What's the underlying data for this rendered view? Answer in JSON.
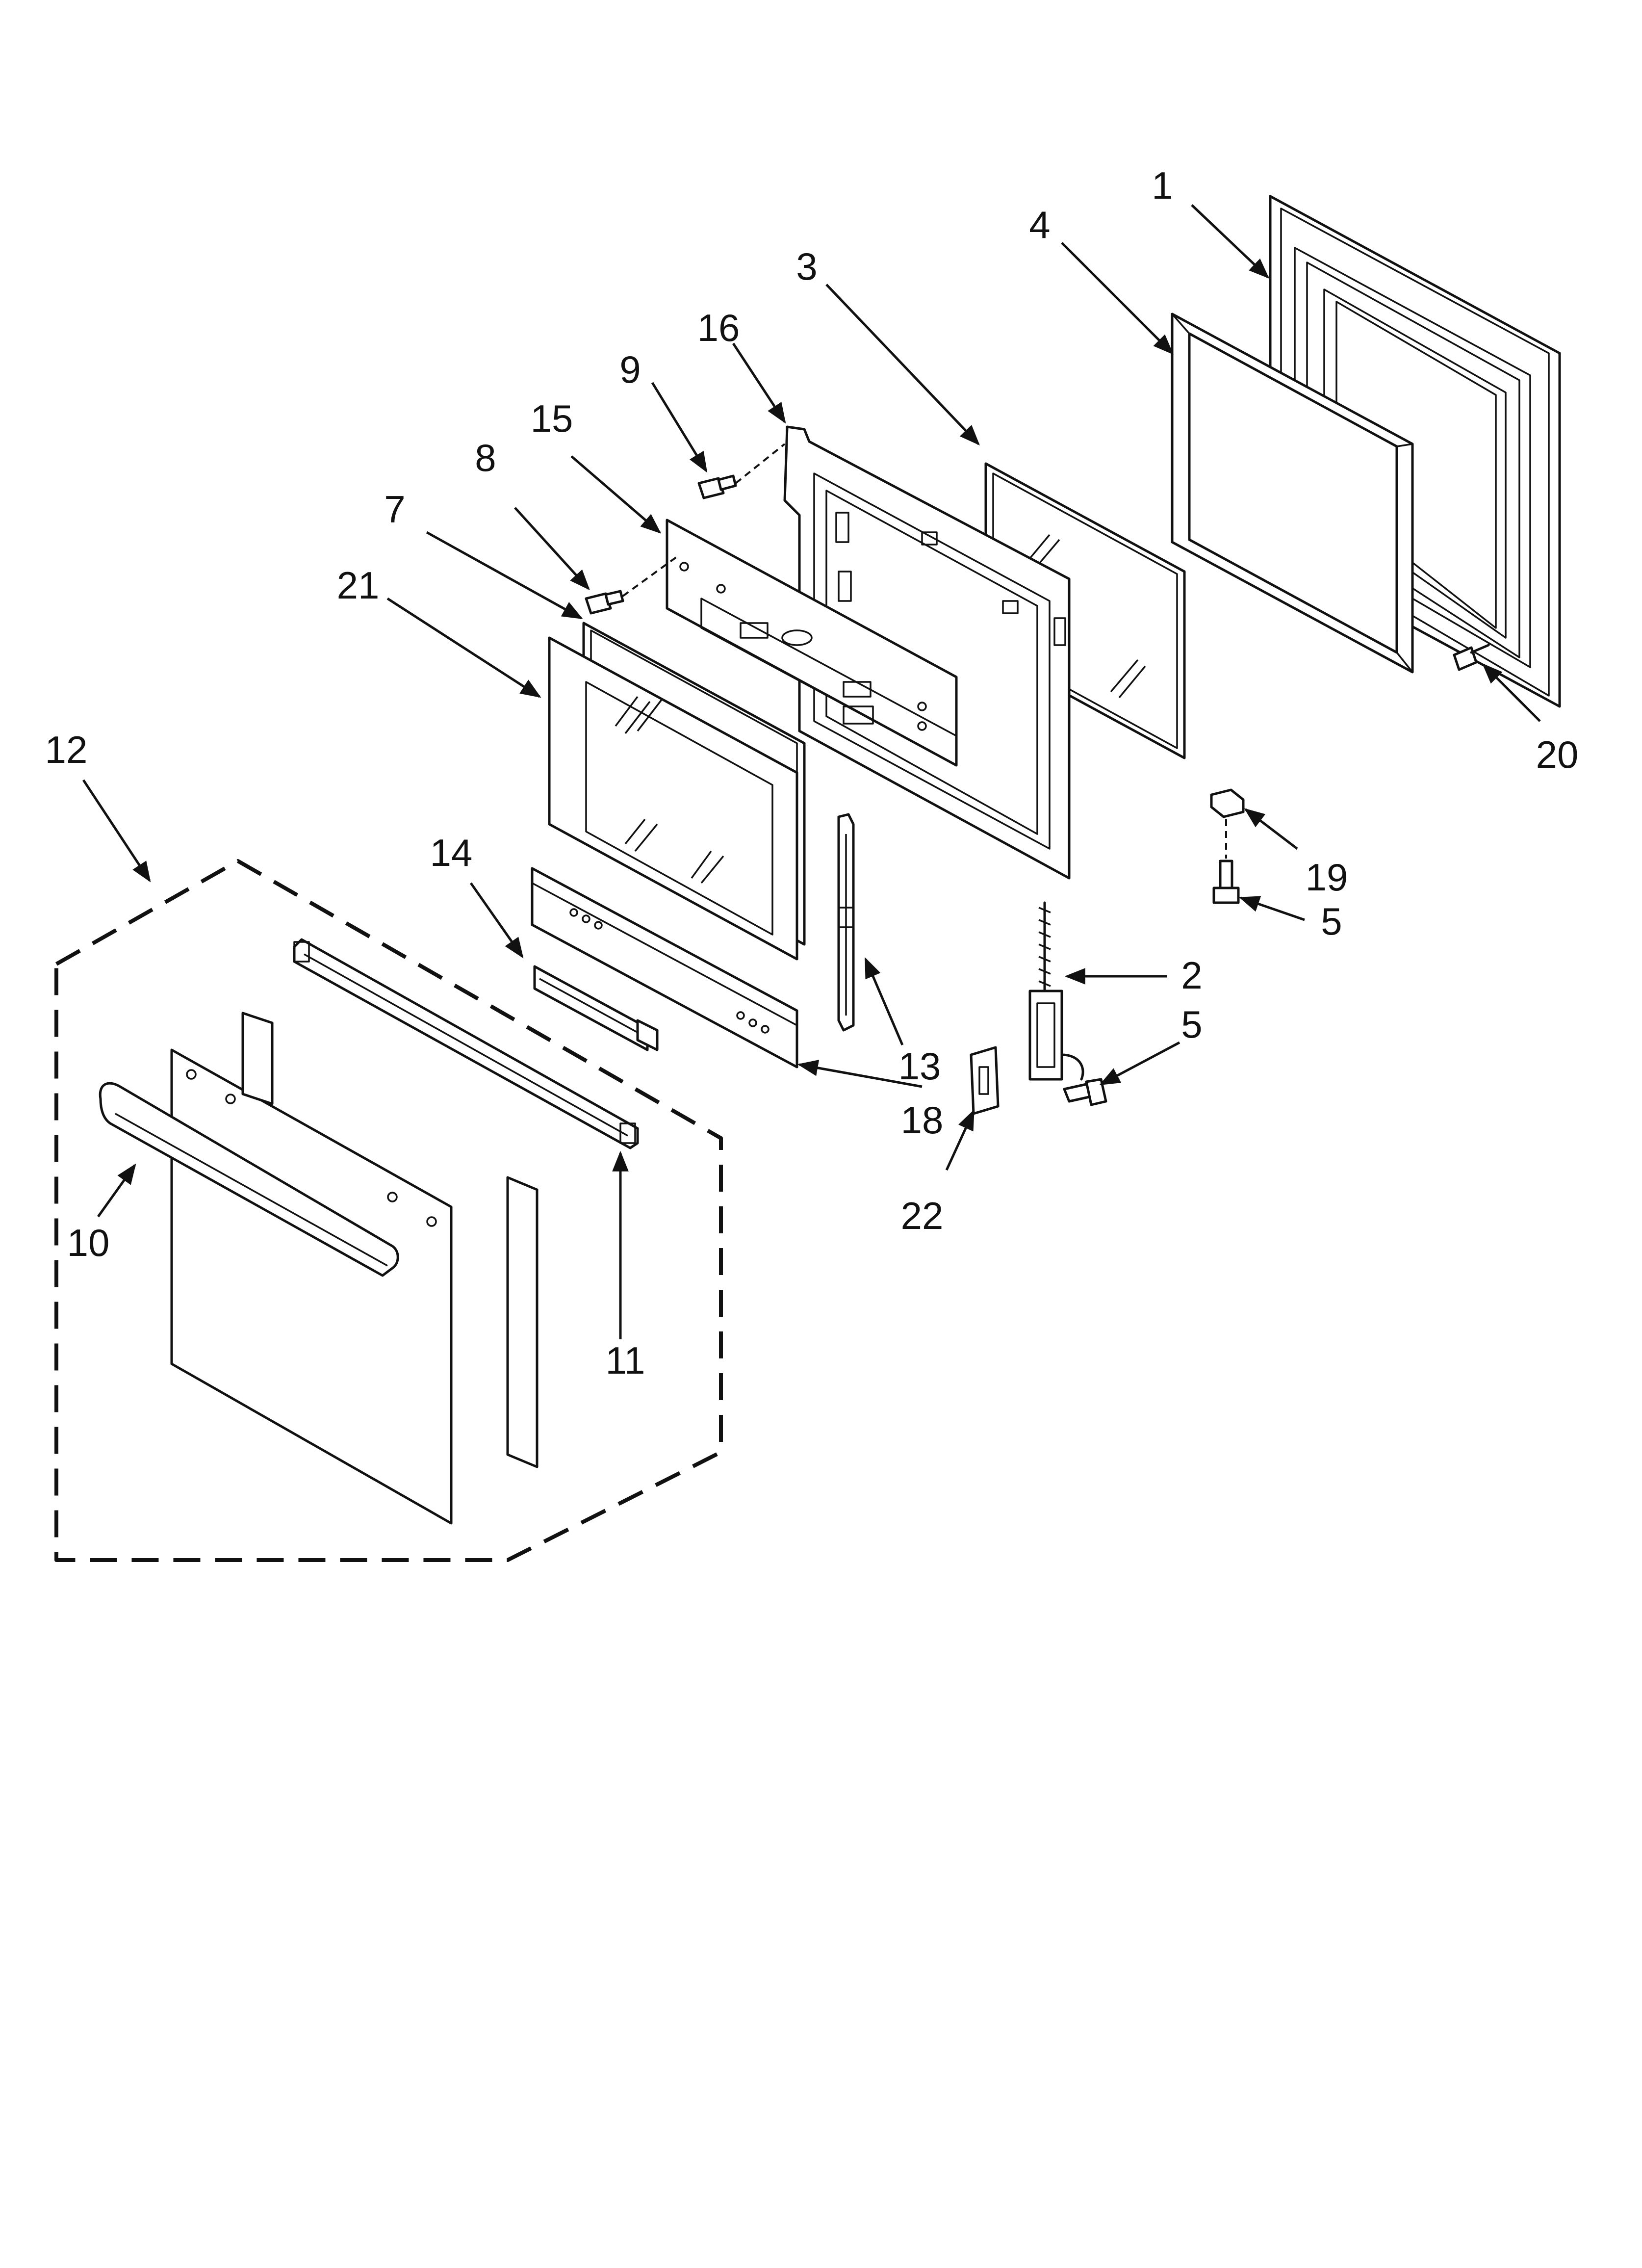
{
  "callouts": [
    {
      "id": "c1",
      "label": "1"
    },
    {
      "id": "c2",
      "label": "2"
    },
    {
      "id": "c3",
      "label": "3"
    },
    {
      "id": "c4",
      "label": "4"
    },
    {
      "id": "c5a",
      "label": "5"
    },
    {
      "id": "c5b",
      "label": "5"
    },
    {
      "id": "c7",
      "label": "7"
    },
    {
      "id": "c8",
      "label": "8"
    },
    {
      "id": "c9",
      "label": "9"
    },
    {
      "id": "c10",
      "label": "10"
    },
    {
      "id": "c11",
      "label": "11"
    },
    {
      "id": "c12",
      "label": "12"
    },
    {
      "id": "c13",
      "label": "13"
    },
    {
      "id": "c14",
      "label": "14"
    },
    {
      "id": "c15",
      "label": "15"
    },
    {
      "id": "c16",
      "label": "16"
    },
    {
      "id": "c18",
      "label": "18"
    },
    {
      "id": "c19",
      "label": "19"
    },
    {
      "id": "c20",
      "label": "20"
    },
    {
      "id": "c21",
      "label": "21"
    },
    {
      "id": "c22",
      "label": "22"
    }
  ]
}
